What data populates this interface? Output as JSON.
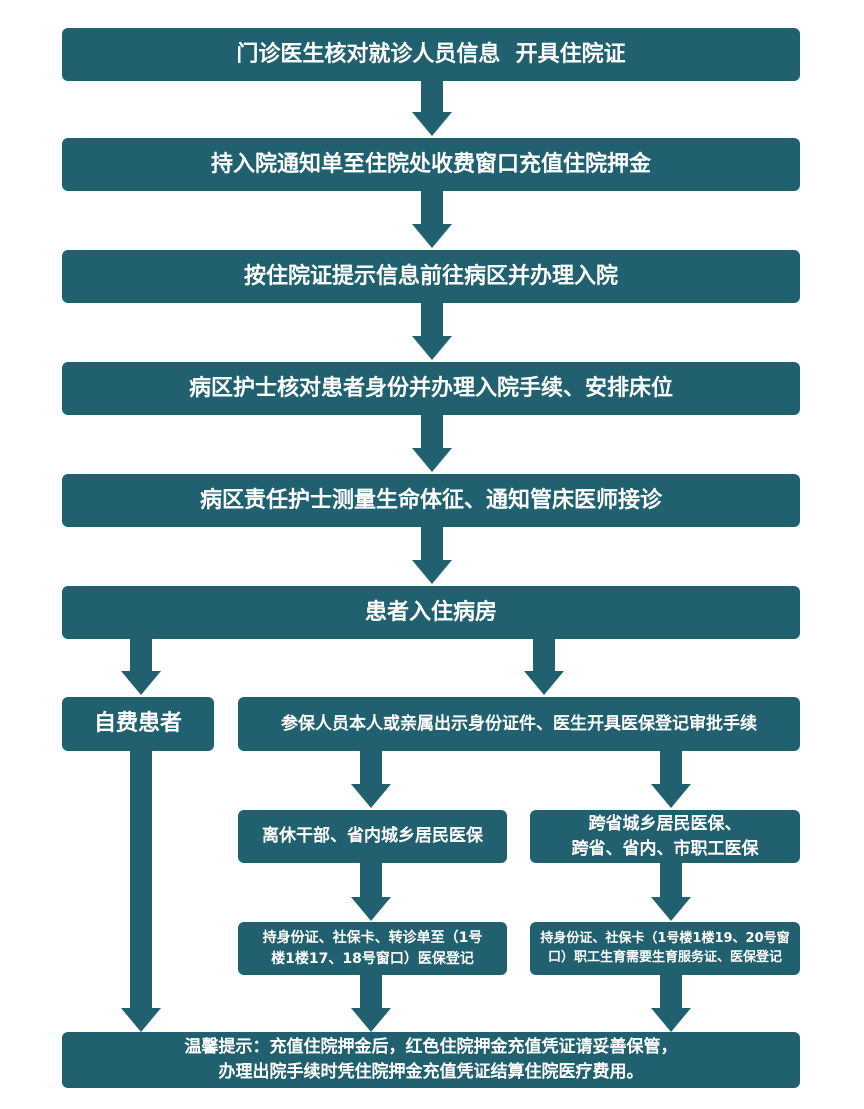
{
  "steps": [
    "门诊医生核对就诊人员信息  开具住院证",
    "持入院通知单至住院处收费窗口充值住院押金",
    "按住院证提示信息前往病区并办理入院",
    "病区护士核对患者身份并办理入院手续、安排床位",
    "病区责任护士测量生命体征、通知管床医师接诊",
    "患者入住病房"
  ],
  "self_pay": "自费患者",
  "insured": "参保人员本人或亲属出示身份证件、医生开具医保登记审批手续",
  "branch_left": "离休干部、省内城乡居民医保",
  "branch_right": {
    "line1": "跨省城乡居民医保、",
    "line2": "跨省、省内、市职工医保"
  },
  "detail_left": {
    "line1": "持身份证、社保卡、转诊单至（1号",
    "line2": "楼1楼17、18号窗口）医保登记"
  },
  "detail_right": {
    "line1": "持身份证、社保卡（1号楼1楼19、20号窗",
    "line2": "口）职工生育需要生育服务证、医保登记"
  },
  "tip": {
    "line1": "温馨提示：充值住院押金后，红色住院押金充值凭证请妥善保管，",
    "line2": "办理出院手续时凭住院押金充值凭证结算住院医疗费用。"
  },
  "colors": {
    "box": "#20606f",
    "text": "#ffffff"
  }
}
